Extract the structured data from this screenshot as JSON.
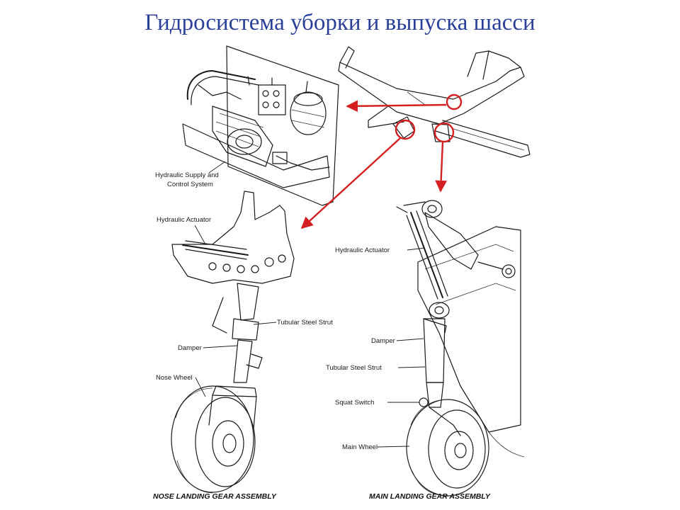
{
  "title": "Гидросистема уборки и выпуска шасси",
  "labels": {
    "hydraulic_supply_line1": "Hydraulic Supply and",
    "hydraulic_supply_line2": "Control System",
    "nose_actuator": "Hydraulic Actuator",
    "nose_strut": "Tubular Steel Strut",
    "nose_damper": "Damper",
    "nose_wheel": "Nose Wheel",
    "main_actuator": "Hydraulic Actuator",
    "main_damper": "Damper",
    "main_strut": "Tubular Steel Strut",
    "squat_switch": "Squat Switch",
    "main_wheel": "Main Wheel"
  },
  "captions": {
    "nose": "NOSE LANDING GEAR ASSEMBLY",
    "main": "MAIN LANDING GEAR ASSEMBLY"
  },
  "colors": {
    "title": "#2a3f9a",
    "callout": "#d42020",
    "ink": "#1a1a1a"
  }
}
